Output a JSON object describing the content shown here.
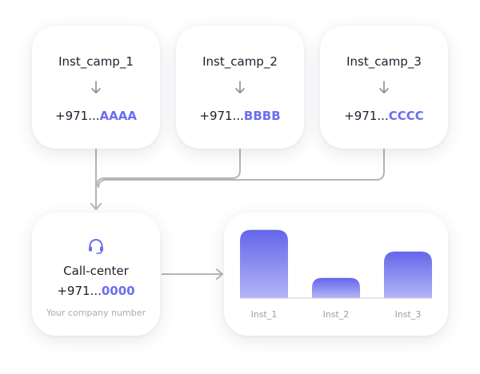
{
  "campaigns": [
    {
      "name": "Inst_camp_1",
      "number_prefix": "+971...",
      "number_suffix": "AAAA"
    },
    {
      "name": "Inst_camp_2",
      "number_prefix": "+971...",
      "number_suffix": "BBBB"
    },
    {
      "name": "Inst_camp_3",
      "number_prefix": "+971...",
      "number_suffix": "CCCC"
    }
  ],
  "call_center": {
    "title": "Call-center",
    "number_prefix": "+971...",
    "number_suffix": "0000",
    "caption": "Your company number"
  },
  "colors": {
    "accent": "#6b6ef0",
    "bar_top": "#6466ea",
    "bar_bottom": "#b3b5f7",
    "connector": "#b5b5b5"
  },
  "chart_data": {
    "type": "bar",
    "categories": [
      "Inst_1",
      "Inst_2",
      "Inst_3"
    ],
    "values": [
      88,
      26,
      60
    ],
    "ylim": [
      0,
      100
    ],
    "grid": false
  }
}
